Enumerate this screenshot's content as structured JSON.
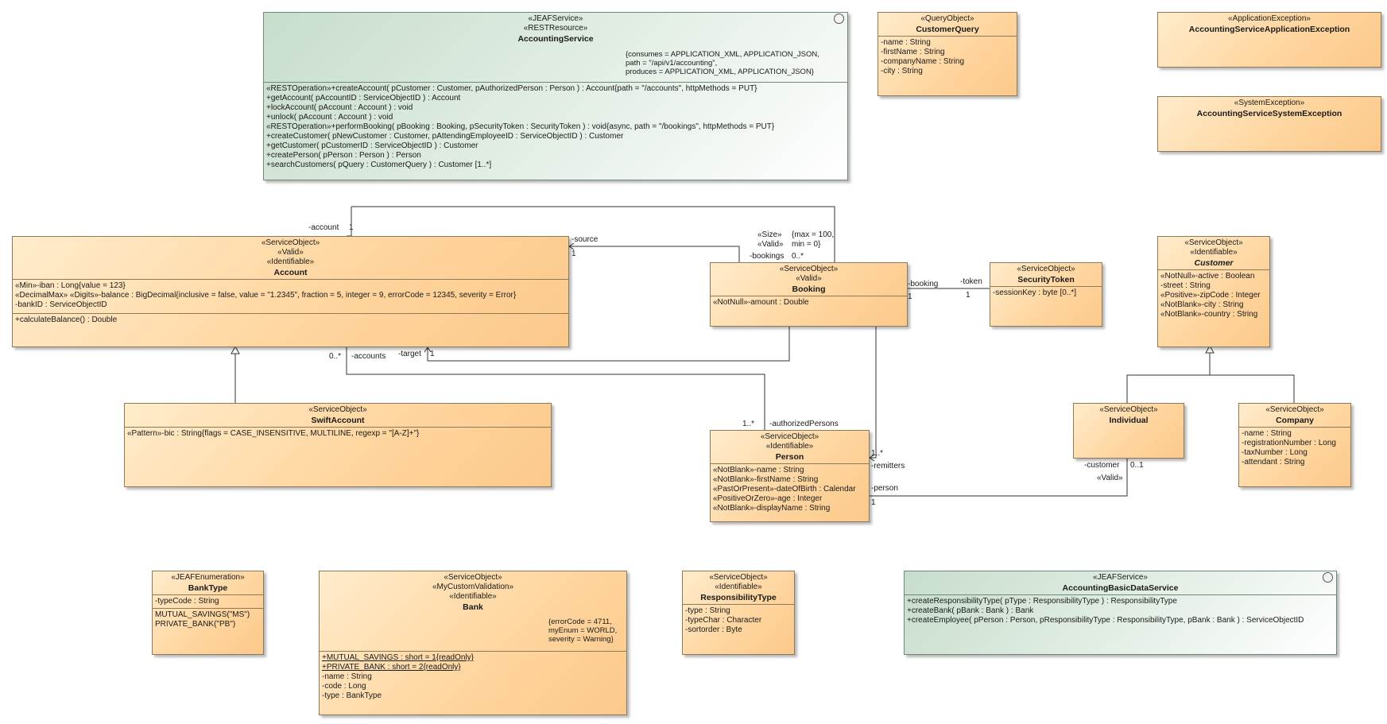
{
  "classes": {
    "accounting_service": {
      "stereotypes": [
        "«JEAFService»",
        "«RESTResource»"
      ],
      "name": "AccountingService",
      "tagged_values": [
        "{consumes = APPLICATION_XML, APPLICATION_JSON,",
        "path = \"/api/v1/accounting\",",
        "produces = APPLICATION_XML, APPLICATION_JSON}"
      ],
      "operations": [
        "«RESTOperation»+createAccount( pCustomer : Customer, pAuthorizedPerson : Person ) : Account{path = \"/accounts\", httpMethods = PUT}",
        "+getAccount( pAccountID : ServiceObjectID ) : Account",
        "+lockAccount( pAccount : Account ) : void",
        "+unlock( pAccount : Account ) : void",
        "«RESTOperation»+performBooking( pBooking : Booking, pSecurityToken : SecurityToken ) : void{async, path = \"/bookings\", httpMethods = PUT}",
        "+createCustomer( pNewCustomer : Customer, pAttendingEmployeeID : ServiceObjectID ) : Customer",
        "+getCustomer( pCustomerID : ServiceObjectID ) : Customer",
        "+createPerson( pPerson : Person ) : Person",
        "+searchCustomers( pQuery : CustomerQuery ) : Customer [1..*]"
      ]
    },
    "customer_query": {
      "stereotypes": [
        "«QueryObject»"
      ],
      "name": "CustomerQuery",
      "attributes": [
        "-name : String",
        "-firstName : String",
        "-companyName : String",
        "-city : String"
      ]
    },
    "app_exception": {
      "stereotypes": [
        "«ApplicationException»"
      ],
      "name": "AccountingServiceApplicationException"
    },
    "sys_exception": {
      "stereotypes": [
        "«SystemException»"
      ],
      "name": "AccountingServiceSystemException"
    },
    "account": {
      "stereotypes": [
        "«ServiceObject»",
        "«Valid»",
        "«Identifiable»"
      ],
      "name": "Account",
      "attributes": [
        "«Min»-iban : Long{value = 123}",
        "«DecimalMax» «Digits»-balance : BigDecimal{inclusive = false, value = \"1.2345\", fraction = 5, integer = 9, errorCode = 12345, severity = Error}",
        "-bankID : ServiceObjectID"
      ],
      "operations": [
        "+calculateBalance() : Double"
      ]
    },
    "booking": {
      "stereotypes": [
        "«ServiceObject»",
        "«Valid»"
      ],
      "name": "Booking",
      "attributes": [
        "«NotNull»-amount : Double"
      ]
    },
    "security_token": {
      "stereotypes": [
        "«ServiceObject»"
      ],
      "name": "SecurityToken",
      "attributes": [
        "-sessionKey : byte [0..*]"
      ]
    },
    "customer": {
      "stereotypes": [
        "«ServiceObject»",
        "«Identifiable»"
      ],
      "name": "Customer",
      "attributes": [
        "«NotNull»-active : Boolean",
        "-street : String",
        "«Positive»-zipCode : Integer",
        "«NotBlank»-city : String",
        "«NotBlank»-country : String"
      ]
    },
    "swift_account": {
      "stereotypes": [
        "«ServiceObject»"
      ],
      "name": "SwiftAccount",
      "attributes": [
        "«Pattern»-bic : String{flags = CASE_INSENSITIVE, MULTILINE, regexp = \"[A-Z]+\"}"
      ]
    },
    "person": {
      "stereotypes": [
        "«ServiceObject»",
        "«Identifiable»"
      ],
      "name": "Person",
      "attributes": [
        "«NotBlank»-name : String",
        "«NotBlank»-firstName : String",
        "«PastOrPresent»-dateOfBirth : Calendar",
        "«PositiveOrZero»-age : Integer",
        "«NotBlank»-displayName : String"
      ]
    },
    "individual": {
      "stereotypes": [
        "«ServiceObject»"
      ],
      "name": "Individual"
    },
    "company": {
      "stereotypes": [
        "«ServiceObject»"
      ],
      "name": "Company",
      "attributes": [
        "-name : String",
        "-registrationNumber : Long",
        "-taxNumber : Long",
        "-attendant : String"
      ]
    },
    "bank_type": {
      "stereotypes": [
        "«JEAFEnumeration»"
      ],
      "name": "BankType",
      "attributes": [
        "-typeCode : String"
      ],
      "literals": [
        "MUTUAL_SAVINGS(\"MS\")",
        "PRIVATE_BANK(\"PB\")"
      ]
    },
    "bank": {
      "stereotypes": [
        "«ServiceObject»",
        "«MyCustomValidation»",
        "«Identifiable»"
      ],
      "name": "Bank",
      "tagged_values": [
        "{errorCode = 4711,",
        "myEnum = WORLD,",
        "severity = Warning}"
      ],
      "static_attributes": [
        "+MUTUAL_SAVINGS : short = 1{readOnly}",
        "+PRIVATE_BANK : short = 2{readOnly}"
      ],
      "attributes": [
        "-name : String",
        "-code : Long",
        "-type : BankType"
      ]
    },
    "responsibility_type": {
      "stereotypes": [
        "«ServiceObject»",
        "«Identifiable»"
      ],
      "name": "ResponsibilityType",
      "attributes": [
        "-type : String",
        "-typeChar : Character",
        "-sortorder : Byte"
      ]
    },
    "basic_data_service": {
      "stereotypes": [
        "«JEAFService»"
      ],
      "name": "AccountingBasicDataService",
      "operations": [
        "+createResponsibilityType( pType : ResponsibilityType ) : ResponsibilityType",
        "+createBank( pBank : Bank ) : Bank",
        "+createEmployee( pPerson : Person, pResponsibilityType : ResponsibilityType, pBank : Bank ) : ServiceObjectID"
      ]
    }
  },
  "associations": {
    "account_role": "-account",
    "account_mult": "1",
    "source_role": "-source",
    "source_mult": "1",
    "size_stereo": "«Size»",
    "valid_stereo": "«Valid»",
    "bookings_role": "-bookings",
    "bookings_mult": "0..*",
    "size_tag_1": "{max = 100,",
    "size_tag_2": "min = 0}",
    "booking_role": "-booking",
    "booking_mult": "1",
    "token_role": "-token",
    "token_mult": "1",
    "accounts_mult": "0..*",
    "accounts_role": "-accounts",
    "target_role": "-target",
    "target_mult": "1",
    "auth_mult": "1..*",
    "auth_role": "-authorizedPersons",
    "remitters_mult": "1..*",
    "remitters_role": "-remitters",
    "person_role": "-person",
    "person_mult": "1",
    "customer_role": "-customer",
    "customer_mult": "0..1",
    "customer_valid": "«Valid»"
  }
}
